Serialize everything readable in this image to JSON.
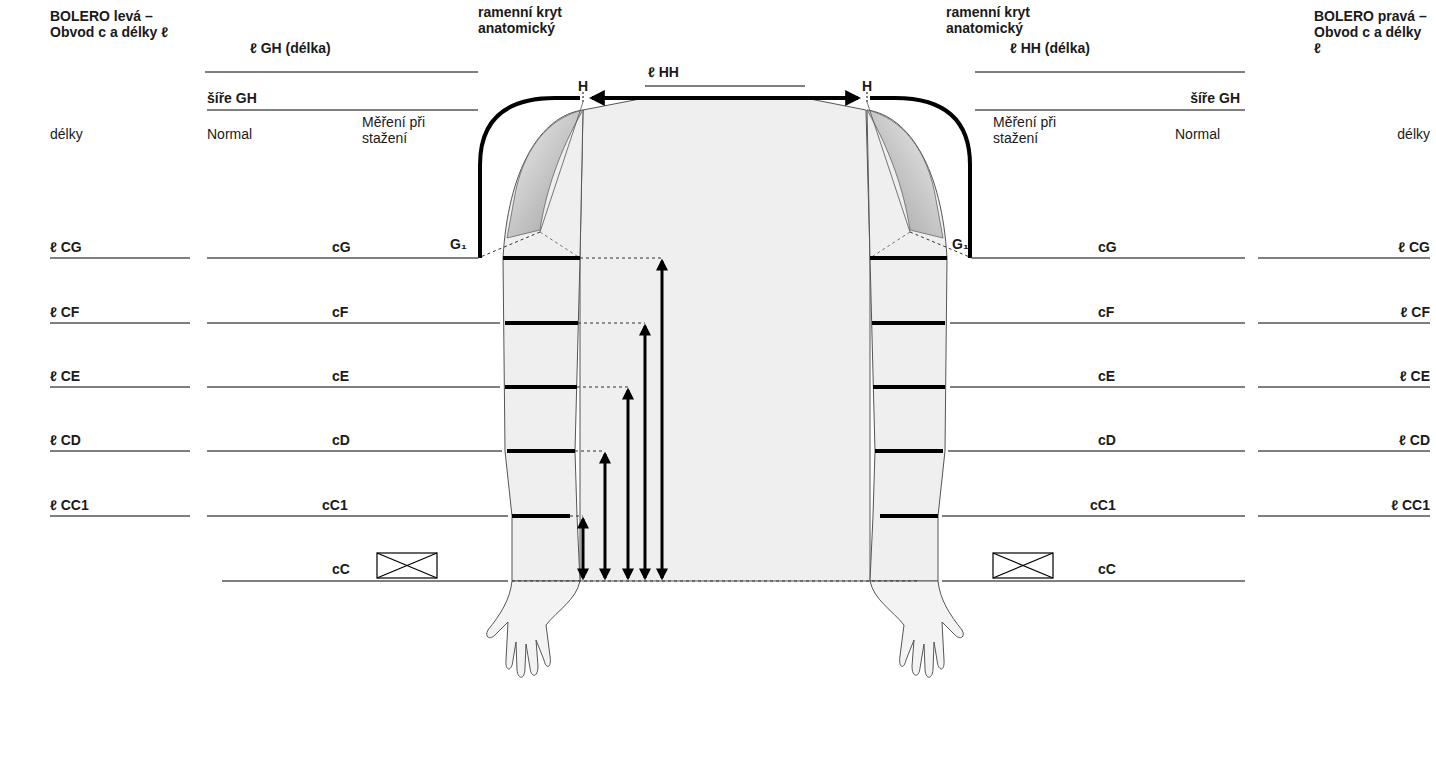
{
  "diagram": {
    "labels": [
      "BOLERO levá – Obvod c a délky ℓ",
      "ℓ GH (délka)",
      "ramenní kryt anatomický",
      "ℓ HH",
      "H",
      "H",
      "ramenní kryt anatomický",
      "ℓ HH (délka)",
      "BOLERO pravá – Obvod c a délky ℓ",
      "šíře GH",
      "šíře GH",
      "délky",
      "Normal",
      "Měření při stažení",
      "Měření při stažení",
      "Normal",
      "délky",
      "G₁",
      "G₁",
      "ℓ CG",
      "cG",
      "cG",
      "ℓ CG",
      "ℓ CF",
      "cF",
      "cF",
      "ℓ CF",
      "ℓ CE",
      "cE",
      "cE",
      "ℓ CE",
      "ℓ CD",
      "cD",
      "cD",
      "ℓ CD",
      "ℓ CC1",
      "cC1",
      "cC1",
      "ℓ CC1",
      "cC",
      "cC"
    ]
  }
}
